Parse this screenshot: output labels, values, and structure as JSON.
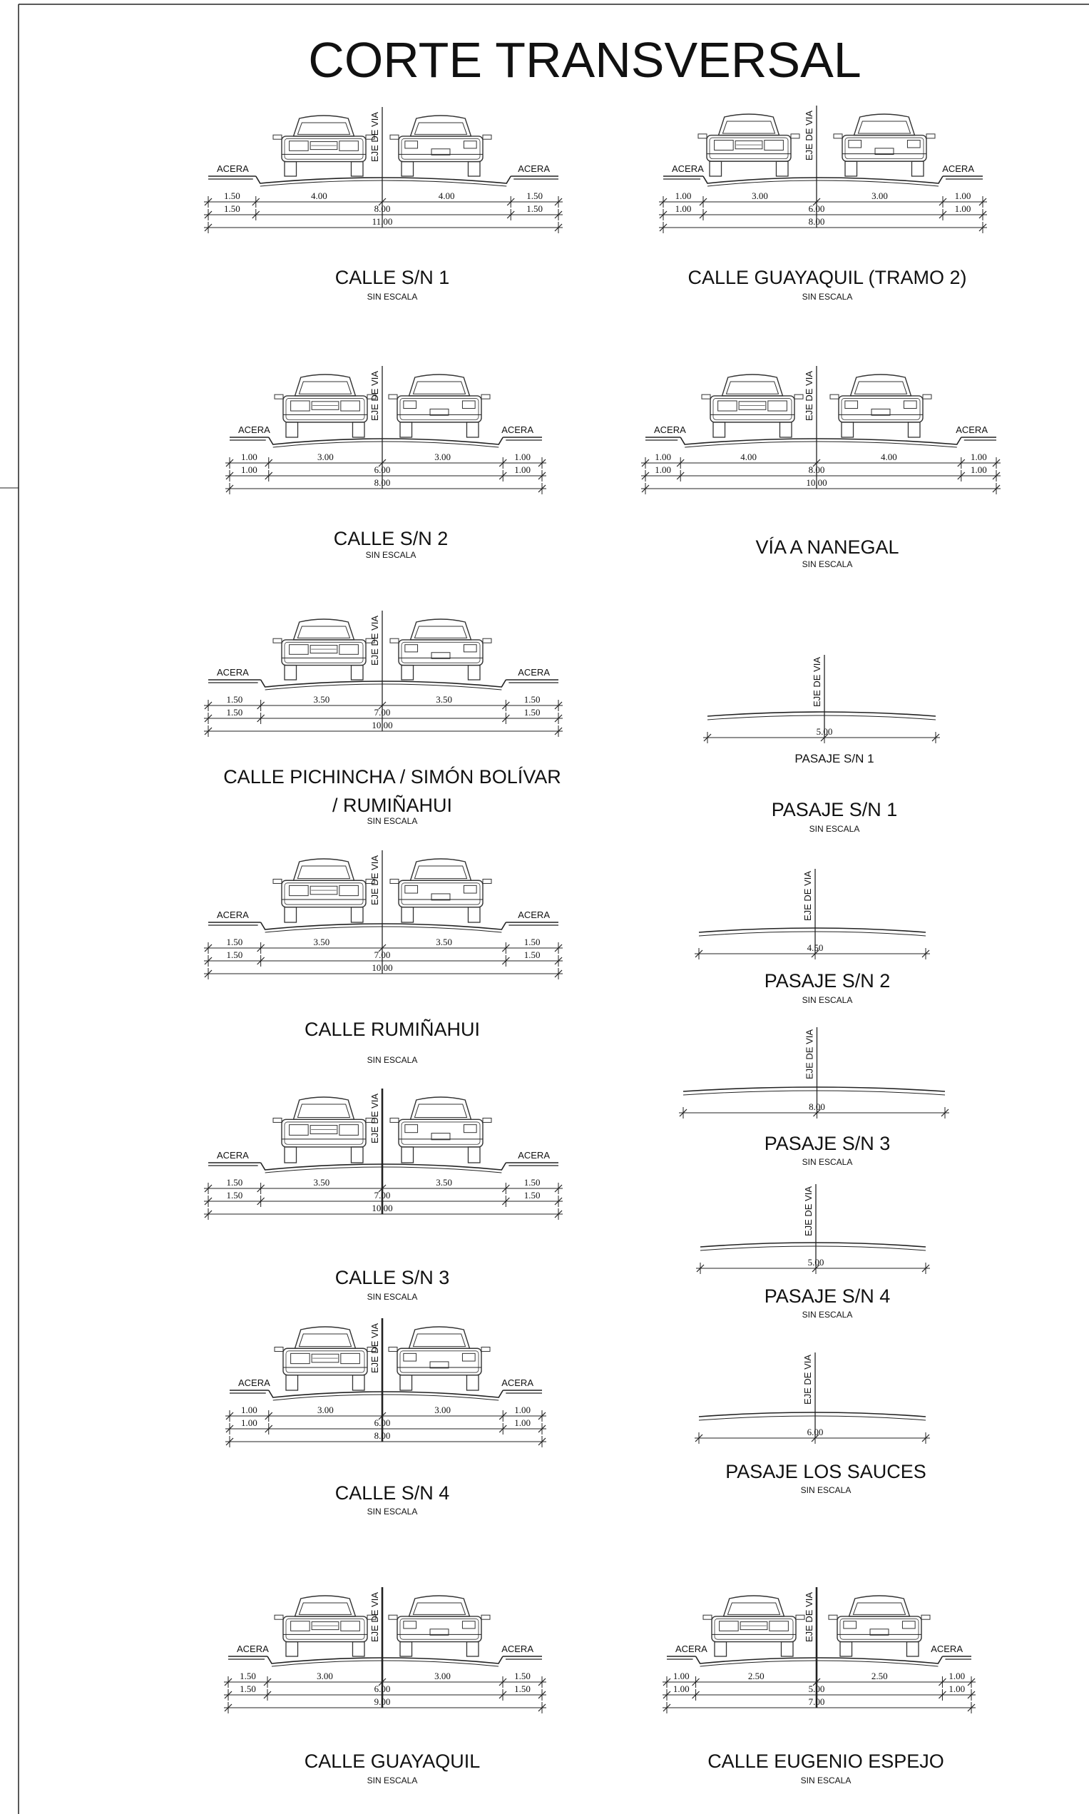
{
  "title": "CORTE TRANSVERSAL",
  "sidewalk_label": "ACERA",
  "axis_label": "EJE DE VIA",
  "sections": [
    {
      "id": "calle-sn-1",
      "name": "CALLE S/N 1",
      "scale": "SIN ESCALA",
      "type": "street",
      "sidewalk": "1.50",
      "lane": "4.00",
      "roadway": "8.00",
      "total": "11.00"
    },
    {
      "id": "calle-guayaquil-tramo-2",
      "name": "CALLE GUAYAQUIL (TRAMO 2)",
      "scale": "SIN ESCALA",
      "type": "street",
      "sidewalk": "1.00",
      "lane": "3.00",
      "roadway": "6.00",
      "total": "8.00"
    },
    {
      "id": "calle-sn-2",
      "name": "CALLE S/N 2",
      "scale": "SIN ESCALA",
      "type": "street",
      "sidewalk": "1.00",
      "lane": "3.00",
      "roadway": "6.00",
      "total": "8.00"
    },
    {
      "id": "via-a-nanegal",
      "name": "VÍA A NANEGAL",
      "scale": "SIN ESCALA",
      "type": "street",
      "sidewalk": "1.00",
      "lane": "4.00",
      "roadway": "8.00",
      "total": "10.00"
    },
    {
      "id": "calle-pichincha",
      "name": "CALLE PICHINCHA / SIMÓN BOLÍVAR",
      "name2": "/ RUMIÑAHUI",
      "scale": "SIN ESCALA",
      "type": "street",
      "sidewalk": "1.50",
      "lane": "3.50",
      "roadway": "7.00",
      "total": "10.00"
    },
    {
      "id": "pasaje-sn-1",
      "name": "PASAJE S/N 1",
      "pre_label": "PASAJE S/N 1",
      "scale": "SIN ESCALA",
      "type": "pasaje",
      "total": "5.00"
    },
    {
      "id": "calle-rumiñahui",
      "name": "CALLE RUMIÑAHUI",
      "scale": "SIN ESCALA",
      "type": "street",
      "sidewalk": "1.50",
      "lane": "3.50",
      "roadway": "7.00",
      "total": "10.00"
    },
    {
      "id": "pasaje-sn-2",
      "name": "PASAJE S/N 2",
      "scale": "SIN ESCALA",
      "type": "pasaje",
      "total": "4.50"
    },
    {
      "id": "pasaje-sn-3",
      "name": "PASAJE S/N 3",
      "scale": "SIN ESCALA",
      "type": "pasaje",
      "total": "8.00"
    },
    {
      "id": "calle-sn-3",
      "name": "CALLE S/N 3",
      "scale": "SIN ESCALA",
      "type": "street",
      "sidewalk": "1.50",
      "lane": "3.50",
      "roadway": "7.00",
      "total": "10.00"
    },
    {
      "id": "pasaje-sn-4",
      "name": "PASAJE S/N 4",
      "scale": "SIN ESCALA",
      "type": "pasaje",
      "total": "5.00"
    },
    {
      "id": "calle-sn-4",
      "name": "CALLE S/N 4",
      "scale": "SIN ESCALA",
      "type": "street",
      "sidewalk": "1.00",
      "lane": "3.00",
      "roadway": "6.00",
      "total": "8.00"
    },
    {
      "id": "pasaje-los-sauces",
      "name": "PASAJE LOS SAUCES",
      "scale": "SIN ESCALA",
      "type": "pasaje",
      "total": "6.00"
    },
    {
      "id": "calle-guayaquil",
      "name": "CALLE GUAYAQUIL",
      "scale": "SIN ESCALA",
      "type": "street",
      "sidewalk": "1.50",
      "lane": "3.00",
      "roadway": "6.00",
      "total": "9.00"
    },
    {
      "id": "calle-eugenio-espejo",
      "name": "CALLE EUGENIO ESPEJO",
      "scale": "SIN ESCALA",
      "type": "street",
      "sidewalk": "1.00",
      "lane": "2.50",
      "roadway": "5.00",
      "total": "7.00"
    }
  ]
}
